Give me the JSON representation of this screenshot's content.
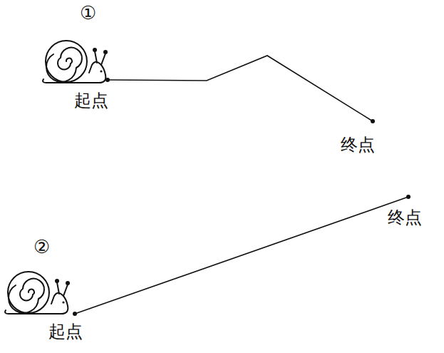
{
  "diagram": {
    "labels": [
      "①",
      "起点",
      "终点",
      "②",
      "终点",
      "起点"
    ]
  }
}
